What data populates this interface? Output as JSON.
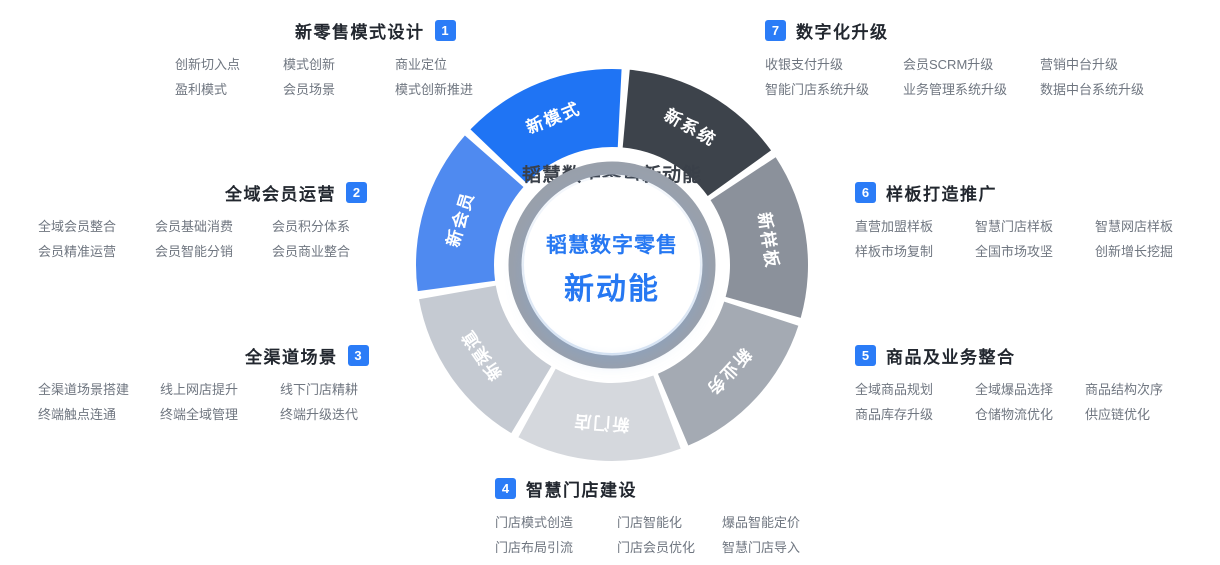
{
  "center": {
    "line1": "韬慧数字零售",
    "line2": "新动能",
    "backdrop_text": "韬慧数字零售新动能",
    "accent": "#2678f2",
    "ring_color": "#99a0ab"
  },
  "wheel": {
    "start_angle": 4,
    "label_color": "#ffffff",
    "segments": [
      {
        "label": "新系统",
        "color": "#3d434b"
      },
      {
        "label": "新样板",
        "color": "#8b919b"
      },
      {
        "label": "新业务",
        "color": "#a4aab3"
      },
      {
        "label": "新门店",
        "color": "#d5d8dd"
      },
      {
        "label": "新渠道",
        "color": "#c5cad2"
      },
      {
        "label": "新会员",
        "color": "#4f8af0"
      },
      {
        "label": "新模式",
        "color": "#1f74f4"
      }
    ]
  },
  "badge_color": "#2b7cf7",
  "sections": [
    {
      "num": "1",
      "title": "新零售模式设计",
      "items_rows": [
        [
          "创新切入点",
          "模式创新",
          "商业定位"
        ],
        [
          "盈利模式",
          "会员场景",
          "模式创新推进"
        ]
      ]
    },
    {
      "num": "2",
      "title": "全域会员运营",
      "items_rows": [
        [
          "全域会员整合",
          "会员基础消费",
          "会员积分体系"
        ],
        [
          "会员精准运营",
          "会员智能分销",
          "会员商业整合"
        ]
      ]
    },
    {
      "num": "3",
      "title": "全渠道场景",
      "items_rows": [
        [
          "全渠道场景搭建",
          "线上网店提升",
          "线下门店精耕"
        ],
        [
          "终端触点连通",
          "终端全域管理",
          "终端升级迭代"
        ]
      ]
    },
    {
      "num": "4",
      "title": "智慧门店建设",
      "items_rows": [
        [
          "门店模式创造",
          "门店智能化",
          "爆品智能定价"
        ],
        [
          "门店布局引流",
          "门店会员优化",
          "智慧门店导入"
        ]
      ]
    },
    {
      "num": "5",
      "title": "商品及业务整合",
      "items_rows": [
        [
          "全域商品规划",
          "全域爆品选择",
          "商品结构次序"
        ],
        [
          "商品库存升级",
          "仓储物流优化",
          "供应链优化"
        ]
      ]
    },
    {
      "num": "6",
      "title": "样板打造推广",
      "items_rows": [
        [
          "直营加盟样板",
          "智慧门店样板",
          "智慧网店样板"
        ],
        [
          "样板市场复制",
          "全国市场攻坚",
          "创新增长挖掘"
        ]
      ]
    },
    {
      "num": "7",
      "title": "数字化升级",
      "items_rows": [
        [
          "收银支付升级",
          "会员SCRM升级",
          "营销中台升级"
        ],
        [
          "智能门店系统升级",
          "业务管理系统升级",
          "数据中台系统升级"
        ]
      ]
    }
  ]
}
